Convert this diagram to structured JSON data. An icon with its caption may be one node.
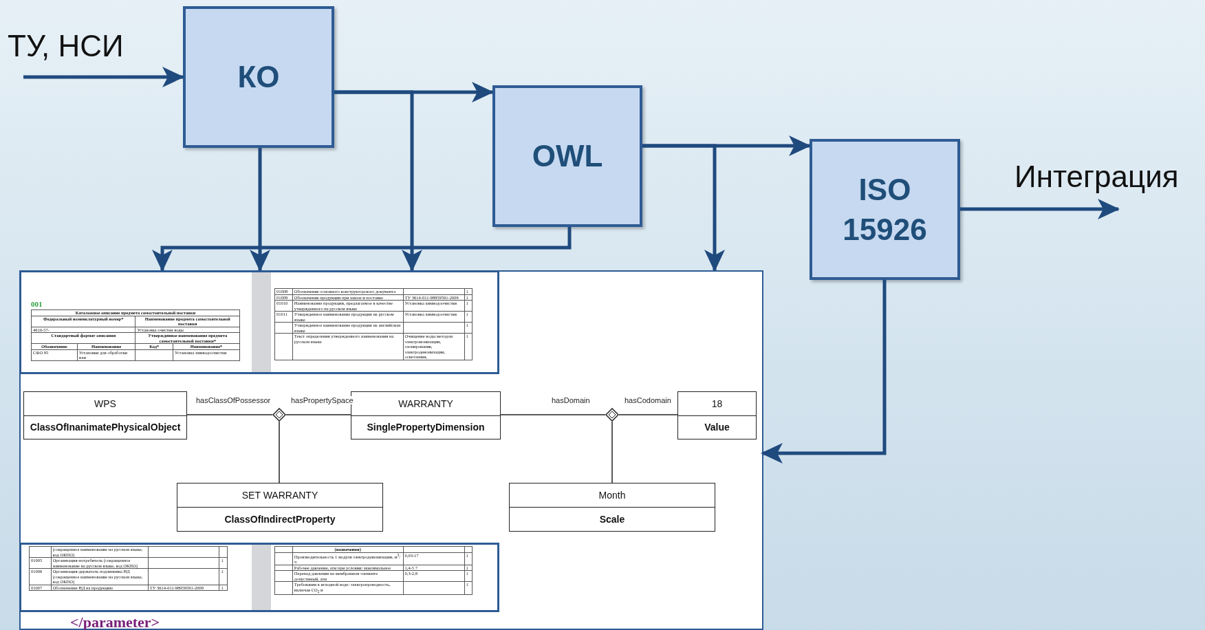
{
  "diagram": {
    "nodes": [
      {
        "text": [
          "КО"
        ]
      },
      {
        "text": [
          "OWL"
        ]
      },
      {
        "text": [
          "ISO 15926"
        ]
      },
      {
        "text": [
          "</parameter>"
        ]
      },
      {
        "text": [
          "001",
          "Каталожное описание предмета самостоятельной поставки",
          "Федеральный номенклатурный номер*",
          "Наименование предмета самостоятельной поставки",
          "4610-57-",
          "Установка очистки воды",
          "Стандартный формат описания",
          "Утвержденное наименование предмета самостоятельной поставки*",
          "Обозначение",
          "Наименование",
          "Код*",
          "Наименование*",
          "СФО 95",
          "Установки для обработки или",
          "Установка химводоочистки",
          "01008",
          "Обозначение основного конструкторского документа",
          "1",
          "01009",
          "Обозначение продукции при заказе и поставке",
          "ТУ 3614-011-98959591-2009",
          "1",
          "01010",
          "Наименование продукции, предлагаемое в качестве утвержденного на русском языке",
          "Установка химводоочистки",
          "1",
          "01011",
          "Утвержденное наименование продукции на русском языке",
          "Установка химводоочистки",
          "1",
          "Утвержденное наименование продукции на английском языке",
          "1",
          "Текст определения утвержденного наименования на русском языке",
          "Очищение воды методом электроионизации, озонирования, электродеионизации, осветления,",
          "1"
        ],
        "in": 3
      },
      {
        "text": [],
        "shape": "box",
        "in": 3
      },
      {
        "text": [
          "WPS",
          "ClassOfInanimatePhysicalObject"
        ],
        "in": 5
      },
      {
        "text": [],
        "shape": "diamond",
        "in": 5
      },
      {
        "text": [
          "WARRANTY",
          "SinglePropertyDimension"
        ],
        "in": 5
      },
      {
        "text": [],
        "shape": "diamond",
        "in": 5
      },
      {
        "text": [
          "18",
          "Value"
        ],
        "in": 5
      },
      {
        "text": [
          "SET WARRANTY",
          "ClassOfIndirectProperty"
        ],
        "in": 5
      },
      {
        "text": [
          "Month",
          "Scale"
        ],
        "in": 5
      },
      {
        "text": [
          "(сокращенное наименование на русском языке, код ОКПО)",
          "01005",
          "Организация-потребитель (сокращенное наименование на русском языке, код ОКПО)",
          "1",
          "01006",
          "Организация-держатель подлинника НД (сокращенное наименование на русском языке, код ОКПО)",
          "1",
          "01007",
          "Обозначение НД на продукцию",
          "ТУ 3614-011-98959591-2009",
          "1",
          "(назначения)",
          "Производительность 1 модуля электродеионизации, м$^{3}$/ч",
          "0,03-17",
          "1",
          "Рабочее давление, атм при условии: максимальное",
          "1,4-5 7",
          "1",
          "Перепад давления на мембранном элементе допустимый, атм",
          "0,3-2,8",
          "1",
          "Требования к исходной воде: электропроводность, включая CO$_{2}$ и",
          "1"
        ],
        "in": 3
      }
    ],
    "edges": [
      {
        "from": null,
        "to": 0,
        "arrow": "to",
        "label": "ТУ, НСИ"
      },
      {
        "from": 0,
        "to": 1,
        "arrow": "to"
      },
      {
        "from": 0,
        "to": 4,
        "arrow": "to"
      },
      {
        "from": 0,
        "to": 4,
        "arrow": "to"
      },
      {
        "from": 1,
        "to": 4,
        "arrow": "to"
      },
      {
        "from": 1,
        "to": 2,
        "arrow": "to"
      },
      {
        "from": 1,
        "to": 3,
        "arrow": "to"
      },
      {
        "from": 2,
        "to": 5,
        "arrow": "to"
      },
      {
        "from": 2,
        "to": null,
        "arrow": "to",
        "label": "Интеграция"
      },
      {
        "from": 6,
        "to": 7,
        "arrow": "none",
        "label": "hasClassOfPossessor",
        "color": "#222222"
      },
      {
        "from": 7,
        "to": 8,
        "arrow": "none",
        "label": "hasPropertySpace",
        "color": "#222222"
      },
      {
        "from": 7,
        "to": 11,
        "arrow": "none",
        "color": "#222222"
      },
      {
        "from": 8,
        "to": 9,
        "arrow": "none",
        "label": "hasDomain",
        "color": "#222222"
      },
      {
        "from": 9,
        "to": 10,
        "arrow": "none",
        "label": "hasCodomain",
        "color": "#222222"
      },
      {
        "from": 9,
        "to": 12,
        "arrow": "none",
        "color": "#222222"
      }
    ]
  }
}
